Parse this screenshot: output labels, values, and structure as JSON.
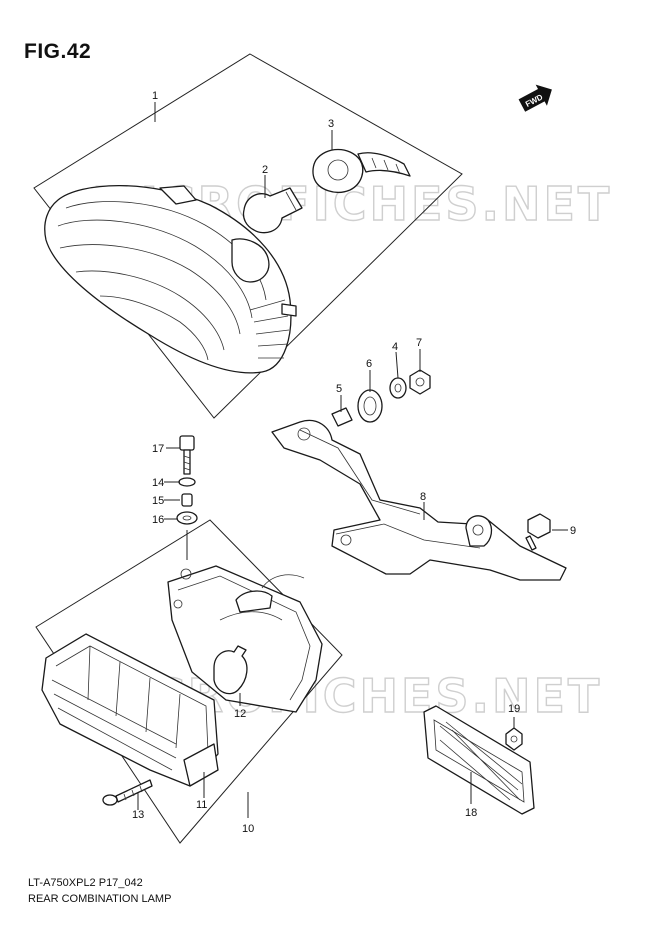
{
  "figure": {
    "title": "FIG.42",
    "code": "LT-A750XPL2 P17_042",
    "caption": "REAR COMBINATION LAMP",
    "watermark": "MICROFICHES.NET",
    "fwd_label": "FWD"
  },
  "callouts": [
    {
      "id": "1",
      "label": "1"
    },
    {
      "id": "2",
      "label": "2"
    },
    {
      "id": "3",
      "label": "3"
    },
    {
      "id": "4",
      "label": "4"
    },
    {
      "id": "5",
      "label": "5"
    },
    {
      "id": "6",
      "label": "6"
    },
    {
      "id": "7",
      "label": "7"
    },
    {
      "id": "8",
      "label": "8"
    },
    {
      "id": "9",
      "label": "9"
    },
    {
      "id": "10",
      "label": "10"
    },
    {
      "id": "11",
      "label": "11"
    },
    {
      "id": "12",
      "label": "12"
    },
    {
      "id": "13",
      "label": "13"
    },
    {
      "id": "14",
      "label": "14"
    },
    {
      "id": "15",
      "label": "15"
    },
    {
      "id": "16",
      "label": "16"
    },
    {
      "id": "17",
      "label": "17"
    },
    {
      "id": "18",
      "label": "18"
    },
    {
      "id": "19",
      "label": "19"
    }
  ],
  "colors": {
    "line": "#1a1a1a",
    "watermark": "#cfcfcf",
    "background": "#ffffff"
  }
}
